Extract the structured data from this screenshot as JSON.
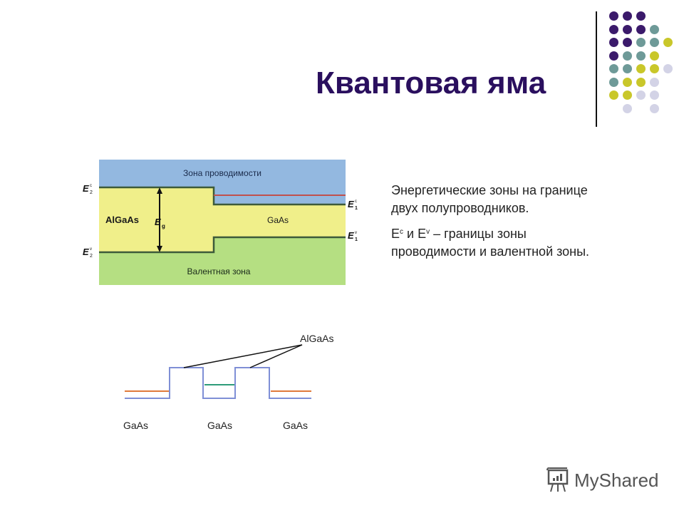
{
  "slide": {
    "title": "Квантовая яма",
    "title_color": "#2a0f5e"
  },
  "decor": {
    "dot_colors": {
      "purple": "#3b1a6b",
      "teal": "#6e9a98",
      "yellow": "#c9c72a",
      "lavender": "#d3d3e6"
    },
    "rows": [
      [
        "purple",
        "purple",
        "purple"
      ],
      [
        "purple",
        "purple",
        "purple",
        "teal"
      ],
      [
        "purple",
        "purple",
        "teal",
        "teal",
        "yellow"
      ],
      [
        "purple",
        "teal",
        "teal",
        "yellow"
      ],
      [
        "teal",
        "teal",
        "yellow",
        "yellow",
        "lavender"
      ],
      [
        "teal",
        "yellow",
        "yellow",
        "lavender"
      ],
      [
        "yellow",
        "yellow",
        "lavender",
        "lavender"
      ],
      [
        "",
        "lavender",
        "",
        "lavender"
      ]
    ]
  },
  "text": {
    "paragraph1": "Энергетические зоны на границе двух полупроводников.",
    "paragraph2_prefix": "E",
    "paragraph2_sup1": "c",
    "paragraph2_mid": " и E",
    "paragraph2_sup2": "v",
    "paragraph2_rest": " – границы зоны проводимости и валентной зоны."
  },
  "band_diagram": {
    "conduction_label": "Зона проводимости",
    "valence_label": "Валентная зона",
    "left_material": "AlGaAs",
    "right_material": "GaAs",
    "gap_label": "E",
    "gap_sub": "g",
    "labels_left": {
      "top": "E",
      "top_sup": "c",
      "top_sub": "2",
      "bottom": "E",
      "bottom_sup": "v",
      "bottom_sub": "2"
    },
    "labels_right": {
      "top": "E",
      "top_sup": "c",
      "top_sub": "1",
      "bottom": "E",
      "bottom_sup": "v",
      "bottom_sub": "1"
    },
    "colors": {
      "conduction": "#93b8e0",
      "gap": "#f0ef8a",
      "valence": "#b5df82",
      "edge": "#3d5a3a",
      "red_level": "#c0504d"
    }
  },
  "well_diagram": {
    "barrier_label": "AlGaAs",
    "well_labels": [
      "GaAs",
      "GaAs",
      "GaAs"
    ],
    "colors": {
      "profile": "#7f8fd6",
      "outer_level": "#e07a3a",
      "inner_level": "#2e9c7a"
    }
  },
  "watermark": {
    "text": "MyShared"
  }
}
